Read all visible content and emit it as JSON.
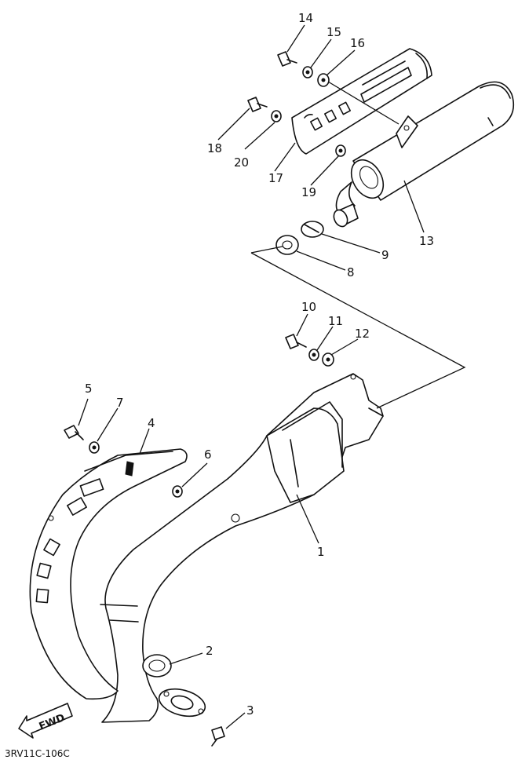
{
  "callouts": [
    {
      "id": "c1",
      "label": "1"
    },
    {
      "id": "c2",
      "label": "2"
    },
    {
      "id": "c3",
      "label": "3"
    },
    {
      "id": "c4",
      "label": "4"
    },
    {
      "id": "c5",
      "label": "5"
    },
    {
      "id": "c6",
      "label": "6"
    },
    {
      "id": "c7",
      "label": "7"
    },
    {
      "id": "c8",
      "label": "8"
    },
    {
      "id": "c9",
      "label": "9"
    },
    {
      "id": "c10",
      "label": "10"
    },
    {
      "id": "c11",
      "label": "11"
    },
    {
      "id": "c12",
      "label": "12"
    },
    {
      "id": "c13",
      "label": "13"
    },
    {
      "id": "c14",
      "label": "14"
    },
    {
      "id": "c15",
      "label": "15"
    },
    {
      "id": "c16",
      "label": "16"
    },
    {
      "id": "c17",
      "label": "17"
    },
    {
      "id": "c18",
      "label": "18"
    },
    {
      "id": "c19",
      "label": "19"
    },
    {
      "id": "c20",
      "label": "20"
    }
  ],
  "direction_marker": "FWD",
  "diagram_code": "3RV11C-106C"
}
